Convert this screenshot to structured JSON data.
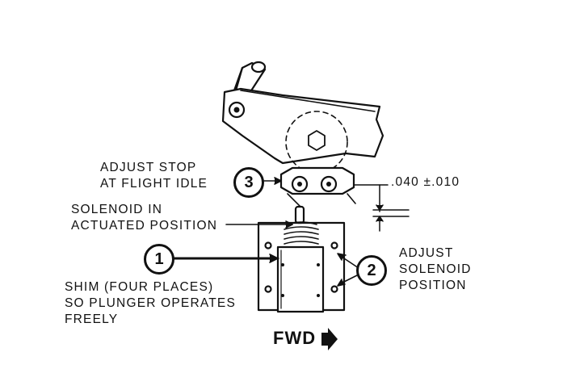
{
  "labels": {
    "adjust_stop_line1": "ADJUST STOP",
    "adjust_stop_line2": "AT FLIGHT IDLE",
    "clearance": ".040 ±.010",
    "solenoid_line1": "SOLENOID IN",
    "solenoid_line2": "ACTUATED POSITION",
    "shim_line1": "SHIM (FOUR PLACES)",
    "shim_line2": "SO PLUNGER OPERATES",
    "shim_line3": "FREELY",
    "adjust_solenoid_line1": "ADJUST",
    "adjust_solenoid_line2": "SOLENOID",
    "adjust_solenoid_line3": "POSITION",
    "fwd": "FWD"
  },
  "callouts": {
    "shim": "1",
    "solenoid_position": "2",
    "stop": "3"
  },
  "colors": {
    "ink": "#111111",
    "paper": "#ffffff"
  }
}
